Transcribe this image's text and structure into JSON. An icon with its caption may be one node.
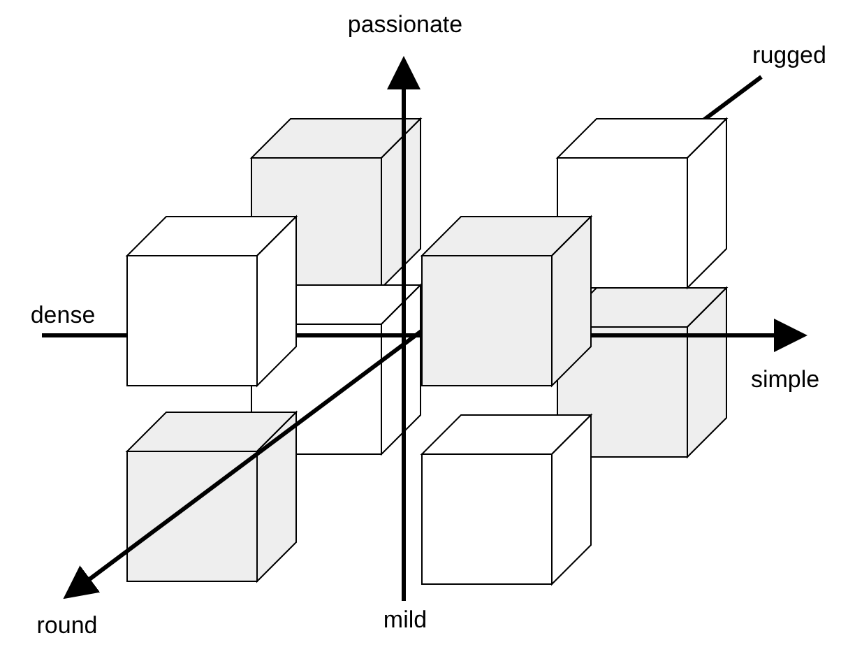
{
  "diagram": {
    "labels": [
      "passionate",
      "rugged",
      "dense",
      "simple",
      "round",
      "mild"
    ]
  }
}
